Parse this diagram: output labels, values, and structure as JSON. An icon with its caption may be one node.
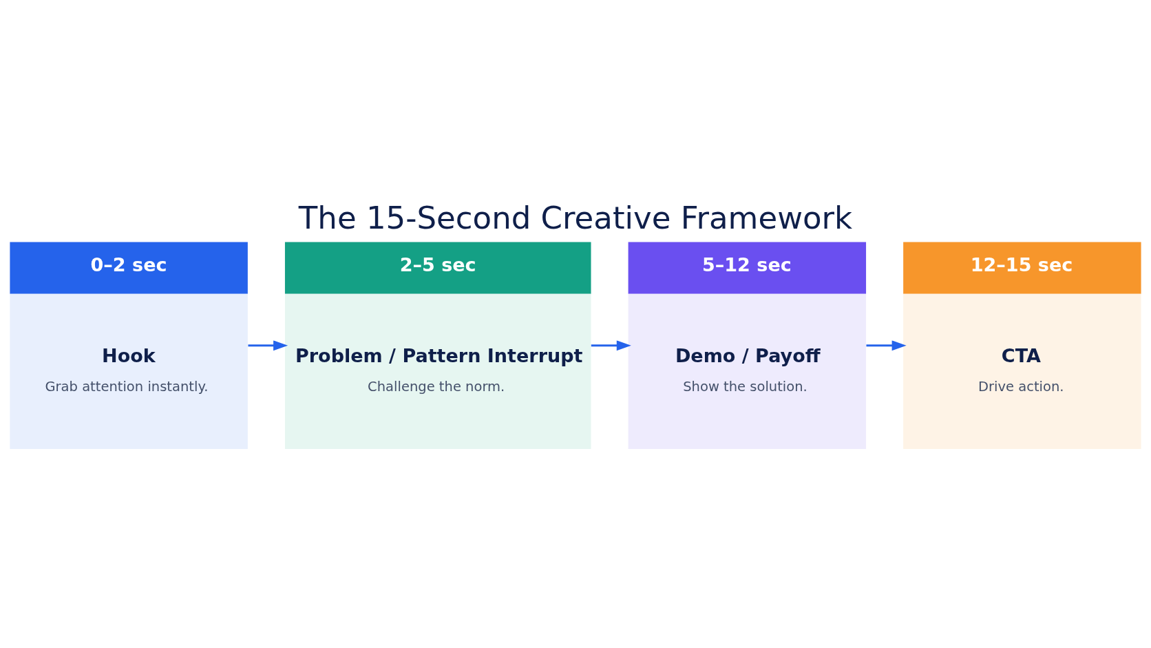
{
  "diagram": {
    "title": "The 15-Second Creative Framework",
    "nodes": [
      {
        "text": [
          "0–2 sec",
          "Hook",
          "Grab attention instantly."
        ]
      },
      {
        "text": [
          "2–5 sec",
          "Problem / Pattern Interrupt",
          "Challenge the norm."
        ]
      },
      {
        "text": [
          "5–12 sec",
          "Demo / Payoff",
          "Show the solution."
        ]
      },
      {
        "text": [
          "12–15 sec",
          "CTA",
          "Drive action."
        ]
      }
    ],
    "edges": [
      {
        "from": 0,
        "to": 1,
        "arrow": "to"
      },
      {
        "from": 1,
        "to": 2,
        "arrow": "to"
      },
      {
        "from": 2,
        "to": 3,
        "arrow": "to"
      }
    ]
  }
}
